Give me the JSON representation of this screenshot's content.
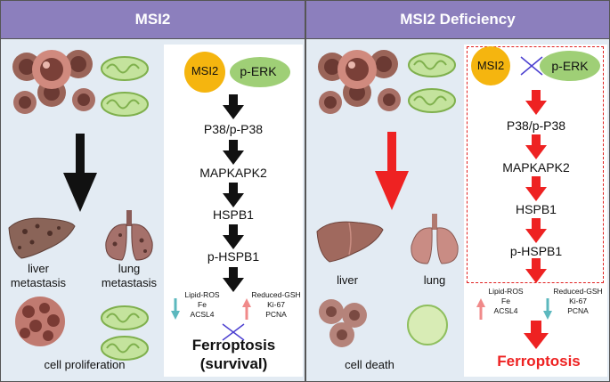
{
  "left_panel": {
    "title": "MSI2",
    "organ_labels": {
      "liver": "liver\nmetastasis",
      "lung": "lung\nmetastasis"
    },
    "cell_label": "cell proliferation",
    "pathway": {
      "node_a": "MSI2",
      "node_b": "p-ERK",
      "steps": [
        "P38/p-P38",
        "MAPKAPK2",
        "HSPB1",
        "p-HSPB1"
      ],
      "down_markers": [
        "Lipid-ROS",
        "Fe",
        "ACSL4"
      ],
      "up_markers": [
        "Reduced-GSH",
        "Ki-67",
        "PCNA"
      ],
      "outcome_line1": "Ferroptosis",
      "outcome_line2": "(survival)"
    }
  },
  "right_panel": {
    "title": "MSI2 Deficiency",
    "organ_labels": {
      "liver": "liver",
      "lung": "lung"
    },
    "cell_label": "cell death",
    "pathway": {
      "node_a": "MSI2",
      "node_b": "p-ERK",
      "steps": [
        "P38/p-P38",
        "MAPKAPK2",
        "HSPB1",
        "p-HSPB1"
      ],
      "up_markers": [
        "Lipid-ROS",
        "Fe",
        "ACSL4"
      ],
      "down_markers": [
        "Reduced-GSH",
        "Ki-67",
        "PCNA"
      ],
      "outcome": "Ferroptosis"
    }
  },
  "colors": {
    "header": "#8c7fbd",
    "panel_bg": "#e3ebf3",
    "msi2_node": "#f5b50f",
    "perk_node": "#9fcf76",
    "arrow_black": "#111111",
    "arrow_red": "#ee2222",
    "marker_up": "#f08a8a",
    "marker_down": "#5cb8be",
    "inhibit_x": "#4b3fd0"
  }
}
